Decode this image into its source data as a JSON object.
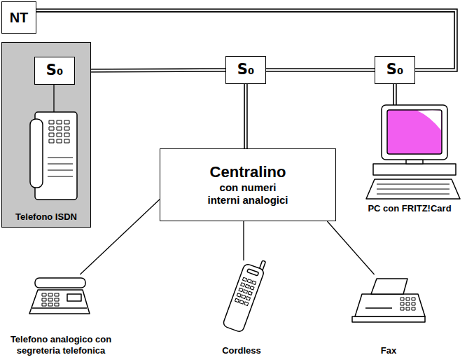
{
  "diagram": {
    "nodes": [
      {
        "text": [
          "NT"
        ]
      },
      {
        "text": [
          "Telefono ISDN"
        ]
      },
      {
        "text": [
          "S₀"
        ],
        "in": 1
      },
      {
        "text": [
          "S₀"
        ]
      },
      {
        "text": [
          "S₀"
        ]
      },
      {
        "text": [
          "Centralino",
          "con numeri interni analogici"
        ]
      },
      {
        "text": [
          "PC con FRITZ!Card"
        ]
      },
      {
        "text": [
          "Telefono analogico con segreteria telefonica"
        ]
      },
      {
        "text": [
          "Cordless"
        ]
      },
      {
        "text": [
          "Fax"
        ]
      }
    ],
    "edges": [
      {
        "from": 0,
        "to": 4,
        "arrow": "none"
      },
      {
        "from": 2,
        "to": 3,
        "arrow": "none"
      },
      {
        "from": 3,
        "to": 4,
        "arrow": "none"
      },
      {
        "from": 3,
        "to": 5,
        "arrow": "none"
      },
      {
        "from": 4,
        "to": 6,
        "arrow": "none"
      },
      {
        "from": 5,
        "to": 7,
        "arrow": "none"
      },
      {
        "from": 5,
        "to": 8,
        "arrow": "none"
      },
      {
        "from": 5,
        "to": 9,
        "arrow": "none"
      }
    ]
  }
}
